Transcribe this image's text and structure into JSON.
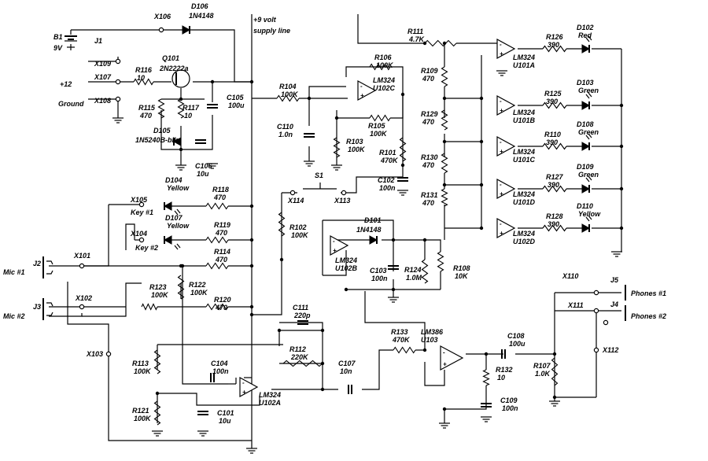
{
  "supply": {
    "line1": "+9 volt",
    "line2": "supply line",
    "plus12": "+12",
    "ground": "Ground"
  },
  "battery": {
    "name": "B1",
    "value": "9V",
    "jack": "J1"
  },
  "terminals": [
    "X101",
    "X102",
    "X103",
    "X104",
    "X105",
    "X106",
    "X107",
    "X108",
    "X109",
    "X110",
    "X111",
    "X112",
    "X113",
    "X114"
  ],
  "transistor": {
    "name": "Q101",
    "part": "2N2222a"
  },
  "diodes": [
    {
      "name": "D106",
      "part": "1N4148"
    },
    {
      "name": "D105",
      "part": "1N5240B-blk"
    },
    {
      "name": "D101",
      "part": "1N4148"
    }
  ],
  "leds": [
    {
      "name": "D102",
      "color": "Red"
    },
    {
      "name": "D103",
      "color": "Green"
    },
    {
      "name": "D108",
      "color": "Green"
    },
    {
      "name": "D109",
      "color": "Green"
    },
    {
      "name": "D110",
      "color": "Yellow"
    },
    {
      "name": "D104",
      "color": "Yellow"
    },
    {
      "name": "D107",
      "color": "Yellow"
    }
  ],
  "resistors": [
    {
      "name": "R116",
      "value": "10"
    },
    {
      "name": "R115",
      "value": "470"
    },
    {
      "name": "R117",
      "value": "10"
    },
    {
      "name": "R104",
      "value": "100K"
    },
    {
      "name": "R106",
      "value": "100K"
    },
    {
      "name": "R105",
      "value": "100K"
    },
    {
      "name": "R103",
      "value": "100K"
    },
    {
      "name": "R101",
      "value": "470K"
    },
    {
      "name": "R111",
      "value": "4.7K"
    },
    {
      "name": "R109",
      "value": "470"
    },
    {
      "name": "R129",
      "value": "470"
    },
    {
      "name": "R130",
      "value": "470"
    },
    {
      "name": "R131",
      "value": "470"
    },
    {
      "name": "R126",
      "value": "390"
    },
    {
      "name": "R125",
      "value": "390"
    },
    {
      "name": "R110",
      "value": "390"
    },
    {
      "name": "R127",
      "value": "390"
    },
    {
      "name": "R128",
      "value": "390"
    },
    {
      "name": "R118",
      "value": "470"
    },
    {
      "name": "R119",
      "value": "470"
    },
    {
      "name": "R114",
      "value": "470"
    },
    {
      "name": "R120",
      "value": "470"
    },
    {
      "name": "R102",
      "value": "100K"
    },
    {
      "name": "R123",
      "value": "100K"
    },
    {
      "name": "R122",
      "value": "100K"
    },
    {
      "name": "R124",
      "value": "1.0M"
    },
    {
      "name": "R108",
      "value": "10K"
    },
    {
      "name": "R112",
      "value": "220K"
    },
    {
      "name": "R133",
      "value": "470K"
    },
    {
      "name": "R113",
      "value": "100K"
    },
    {
      "name": "R121",
      "value": "100K"
    },
    {
      "name": "R132",
      "value": "10"
    },
    {
      "name": "R107",
      "value": "1.0K"
    }
  ],
  "capacitors": [
    {
      "name": "C105",
      "value": "100u"
    },
    {
      "name": "C106",
      "value": "10u"
    },
    {
      "name": "C110",
      "value": "1.0n"
    },
    {
      "name": "C102",
      "value": "100n"
    },
    {
      "name": "C103",
      "value": "100n"
    },
    {
      "name": "C111",
      "value": "220p"
    },
    {
      "name": "C104",
      "value": "100n"
    },
    {
      "name": "C101",
      "value": "10u"
    },
    {
      "name": "C107",
      "value": "10n"
    },
    {
      "name": "C108",
      "value": "100u"
    },
    {
      "name": "C109",
      "value": "100n"
    }
  ],
  "opamps": [
    {
      "part": "LM324",
      "unit": "U101A"
    },
    {
      "part": "LM324",
      "unit": "U101B"
    },
    {
      "part": "LM324",
      "unit": "U101C"
    },
    {
      "part": "LM324",
      "unit": "U101D"
    },
    {
      "part": "LM324",
      "unit": "U102D"
    },
    {
      "part": "LM324",
      "unit": "U102C"
    },
    {
      "part": "LM324",
      "unit": "U102B"
    },
    {
      "part": "LM324",
      "unit": "U102A"
    },
    {
      "part": "LM386",
      "unit": "U103"
    }
  ],
  "switch": {
    "name": "S1"
  },
  "keys": {
    "key1": "Key #1",
    "key2": "Key #2"
  },
  "jacks": [
    {
      "name": "J2",
      "label": "Mic #1"
    },
    {
      "name": "J3",
      "label": "Mic #2"
    },
    {
      "name": "J5",
      "label": "Phones #1"
    },
    {
      "name": "J4",
      "label": "Phones #2"
    }
  ]
}
